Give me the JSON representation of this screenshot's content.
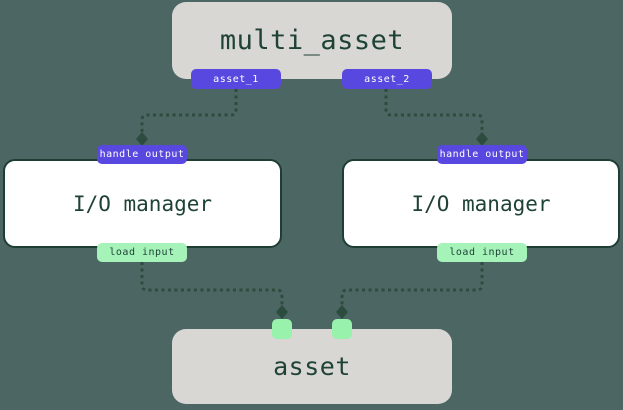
{
  "colors": {
    "background": "#4c6663",
    "node_fill_gray": "#d8d7d3",
    "node_fill_white": "#ffffff",
    "node_border": "#1e3e34",
    "node_text": "#1f4237",
    "output_badge_fill": "#5848df",
    "output_badge_text": "#ffffff",
    "input_badge_fill": "#a6f3ba",
    "input_port_fill": "#98f2ac",
    "edge_stroke": "#2c4c3d"
  },
  "nodes": {
    "multi_asset": {
      "label": "multi_asset",
      "outputs": [
        {
          "label": "asset_1"
        },
        {
          "label": "asset_2"
        }
      ]
    },
    "io_managers": [
      {
        "label": "I/O manager",
        "top_badge": "handle output",
        "bottom_badge": "load input"
      },
      {
        "label": "I/O manager",
        "top_badge": "handle output",
        "bottom_badge": "load input"
      }
    ],
    "asset": {
      "label": "asset",
      "input_port_count": 2
    }
  },
  "edges": [
    {
      "from": "multi_asset.asset_1",
      "to": "io_manager_left.handle_output",
      "style": "dashed-diamond"
    },
    {
      "from": "multi_asset.asset_2",
      "to": "io_manager_right.handle_output",
      "style": "dashed-diamond"
    },
    {
      "from": "io_manager_left.load_input",
      "to": "asset.port_1",
      "style": "dashed-diamond"
    },
    {
      "from": "io_manager_right.load_input",
      "to": "asset.port_2",
      "style": "dashed-diamond"
    }
  ]
}
